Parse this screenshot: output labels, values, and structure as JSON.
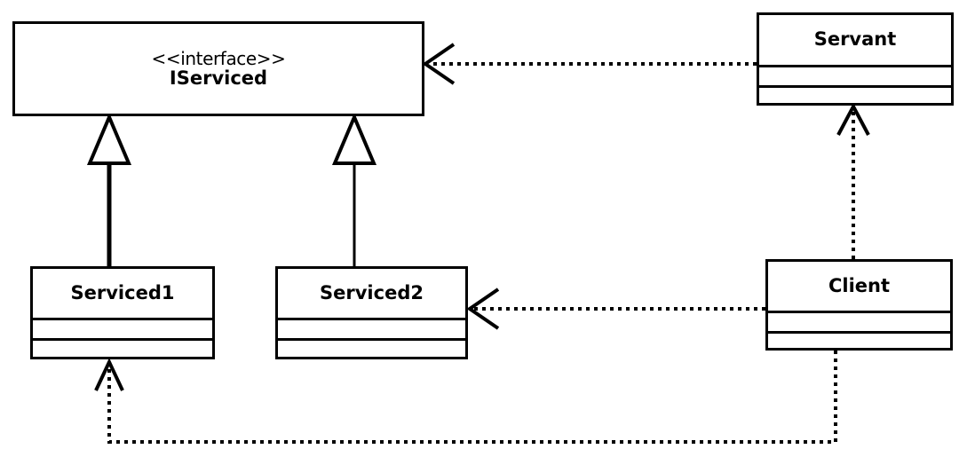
{
  "diagram": {
    "kind": "uml-class-diagram",
    "background_color": "#ffffff",
    "line_color": "#000000",
    "classes": [
      {
        "id": "iserviced",
        "name": "IServiced",
        "stereotype": "<<interface>>",
        "attributes": [],
        "operations": [],
        "show_compartments": false
      },
      {
        "id": "servant",
        "name": "Servant",
        "stereotype": "",
        "attributes": [],
        "operations": [],
        "show_compartments": true
      },
      {
        "id": "serviced1",
        "name": "Serviced1",
        "stereotype": "",
        "attributes": [],
        "operations": [],
        "show_compartments": true
      },
      {
        "id": "serviced2",
        "name": "Serviced2",
        "stereotype": "",
        "attributes": [],
        "operations": [],
        "show_compartments": true
      },
      {
        "id": "client",
        "name": "Client",
        "stereotype": "",
        "attributes": [],
        "operations": [],
        "show_compartments": true
      }
    ],
    "relationships": [
      {
        "id": "serviced1-realizes-iserviced",
        "type": "generalization",
        "line_style": "solid",
        "arrowhead": "hollow-triangle",
        "from": "Serviced1",
        "to": "IServiced"
      },
      {
        "id": "serviced2-realizes-iserviced",
        "type": "generalization",
        "line_style": "solid",
        "arrowhead": "hollow-triangle",
        "from": "Serviced2",
        "to": "IServiced"
      },
      {
        "id": "servant-depends-iserviced",
        "type": "dependency",
        "line_style": "dotted",
        "arrowhead": "open-arrow",
        "from": "Servant",
        "to": "IServiced"
      },
      {
        "id": "client-depends-servant",
        "type": "dependency",
        "line_style": "dotted",
        "arrowhead": "open-arrow",
        "from": "Client",
        "to": "Servant"
      },
      {
        "id": "client-depends-serviced2",
        "type": "dependency",
        "line_style": "dotted",
        "arrowhead": "open-arrow",
        "from": "Client",
        "to": "Serviced2"
      },
      {
        "id": "client-depends-serviced1",
        "type": "dependency",
        "line_style": "dotted",
        "arrowhead": "open-arrow",
        "from": "Client",
        "to": "Serviced1"
      }
    ]
  }
}
